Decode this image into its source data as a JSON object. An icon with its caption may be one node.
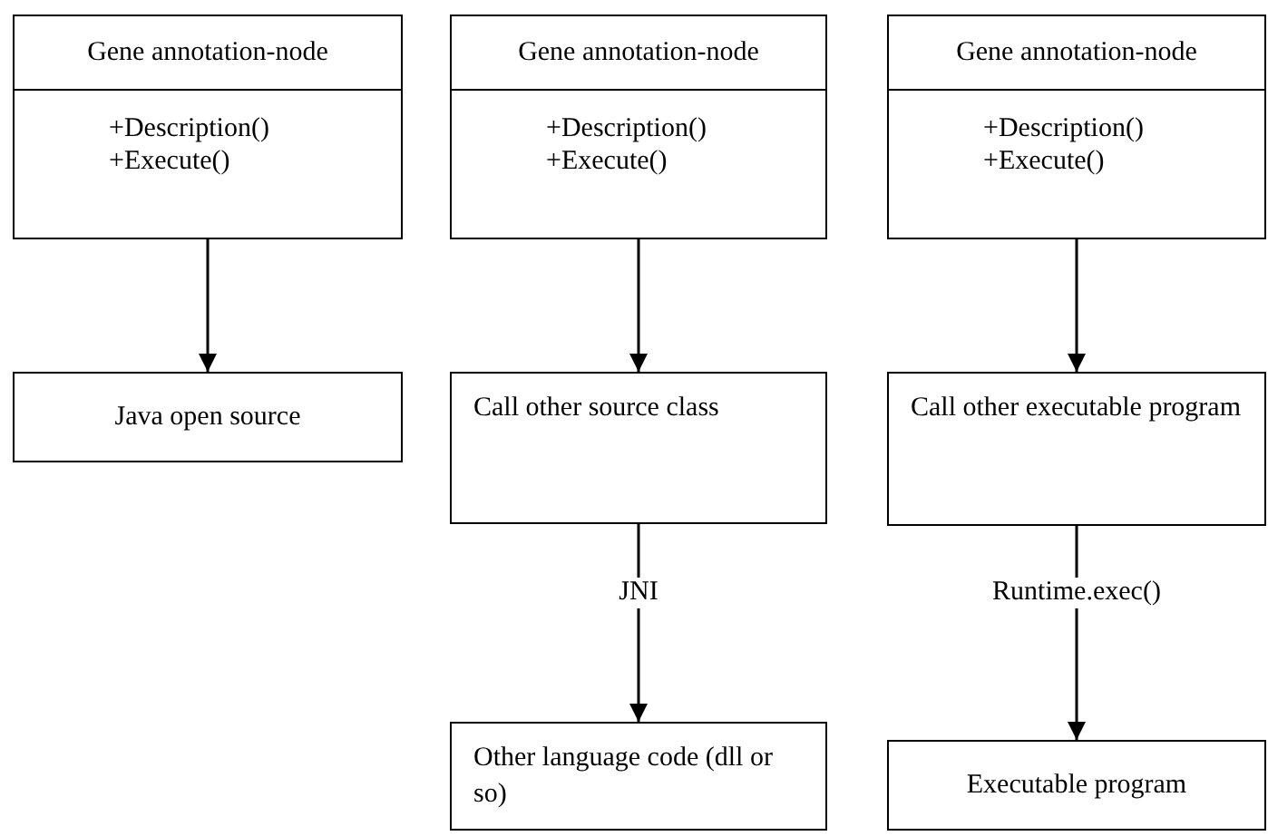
{
  "diagram": {
    "nodes": [
      {
        "text": [
          "Gene annotation-node",
          "+Description()",
          "+Execute()"
        ]
      },
      {
        "text": [
          "Java open source"
        ]
      },
      {
        "text": [
          "Gene annotation-node",
          "+Description()",
          "+Execute()"
        ]
      },
      {
        "text": [
          "Call other source class"
        ]
      },
      {
        "text": [
          "Other language code (dll or so)"
        ]
      },
      {
        "text": [
          "Gene annotation-node",
          "+Description()",
          "+Execute()"
        ]
      },
      {
        "text": [
          "Call other executable program"
        ]
      },
      {
        "text": [
          "Executable program"
        ]
      }
    ],
    "edges": [
      {
        "from": 0,
        "to": 1,
        "arrow": "to"
      },
      {
        "from": 2,
        "to": 3,
        "arrow": "to"
      },
      {
        "from": 3,
        "to": 4,
        "arrow": "to",
        "label": "JNI"
      },
      {
        "from": 5,
        "to": 6,
        "arrow": "to"
      },
      {
        "from": 6,
        "to": 7,
        "arrow": "to",
        "label": "Runtime.exec()"
      }
    ]
  }
}
